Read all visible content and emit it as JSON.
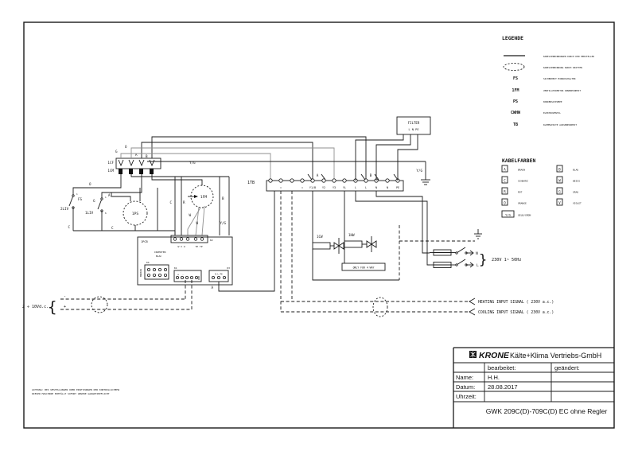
{
  "colors": {
    "ink": "#1a1a1a",
    "gray_wire": "#8f8f8f",
    "bg": "#ffffff"
  },
  "legend": {
    "title": "LEGENDE",
    "items": [
      {
        "code": "",
        "desc": "KABELVERBINDUNGEN DURCH DEN HERSTELLER"
      },
      {
        "code": "",
        "desc": "KABELVERBINDUNG DURCH DRITTEN"
      },
      {
        "code": "FS",
        "desc": "SICHERHEIT MIKROSCHALTER"
      },
      {
        "code": "1FM",
        "desc": "VENTILATORMOTOR INNENEINHEIT"
      },
      {
        "code": "PS",
        "desc": "KONDENSATPUMPE"
      },
      {
        "code": "CWHW",
        "desc": "ELEKTROVENTIL"
      },
      {
        "code": "TB",
        "desc": "KLEMMLEISTE AUSSENEINHEIT"
      }
    ]
  },
  "cable_colors": {
    "title": "KABELFARBEN",
    "left": [
      {
        "code": "A",
        "name": "BRAUN"
      },
      {
        "code": "C",
        "name": "SCHWARZ"
      },
      {
        "code": "R",
        "name": "ROT"
      },
      {
        "code": "O",
        "name": "ORANGE"
      },
      {
        "code": "Y/G",
        "name": "GELB/GRÜN"
      }
    ],
    "right": [
      {
        "code": "B",
        "name": "BLAU"
      },
      {
        "code": "W",
        "name": "WEISS"
      },
      {
        "code": "G",
        "name": "GRAU"
      },
      {
        "code": "V",
        "name": "VIOLET"
      }
    ]
  },
  "title_block": {
    "brand": "KRONE",
    "company": "Kälte+Klima Vertriebs-GmbH",
    "edited": "bearbeitet:",
    "changed": "geändert:",
    "name_label": "Name:",
    "name_value": "H.H.",
    "date_label": "Datum:",
    "date_value": "28.08.2017",
    "time_label": "Uhrzeit:",
    "drawing_title": "GWK 209C(D)-709C(D) EC ohne Regler"
  },
  "disclaimer": {
    "line1": "ACHTUNG: BEI UMSTELLUNGEN ODER ERSETZUNGEN DER KONTROLLSCHEMA",
    "line2": "DIESER MASCHINE ENTFÄLLT SOFORT UNSERE GARANTIEPFLICHT"
  },
  "tb": {
    "name": "1TB",
    "terminals": [
      "",
      "=",
      "",
      "=",
      "Y1/B",
      "Y2",
      "Y3",
      "YL",
      "L",
      "L",
      "N",
      "N",
      "PE"
    ],
    "bracket_a": "A",
    "bracket_b": "B"
  },
  "filter": {
    "title": "FILTER",
    "pins": "L N PE"
  },
  "pcb": {
    "name": "1PCB",
    "type_line1": "INVERTER",
    "type_line2": "BLAC",
    "top_pins": "W V U",
    "top_pins2": "TP TP",
    "k1": "K1",
    "k2": "K2",
    "k3": "K3",
    "k4": "K4",
    "modbus": "MODBUS",
    "pwm": "PWM",
    "plus": "+",
    "minus": "-",
    "right_pins": "N L PE",
    "out_label": "A"
  },
  "labels": {
    "cf": "1CF",
    "cm": "1CM",
    "g": "G",
    "o": "O",
    "a": "A",
    "b": "B",
    "c": "C",
    "r": "R",
    "w": "W",
    "n": "N",
    "l": "L",
    "yg": "Y/G",
    "fs": "FS",
    "liv2": "2LIV",
    "liv1": "1LIV",
    "num1": "1",
    "num6": "6",
    "ps1": "1PS",
    "fm1": "1FM",
    "cw1": "1CW",
    "hw1": "1HW",
    "only_4way": "ONLY FOR 4 WAY",
    "mains": "230V  1~  50Hz",
    "vdc": "2 ÷ 10Vd.c.",
    "plus": "+",
    "minus": "-",
    "heating": "HEATING INPUT SIGNAL ( 230V a.c.)",
    "cooling": "COOLING INPUT SIGNAL ( 230V a.c.)"
  }
}
